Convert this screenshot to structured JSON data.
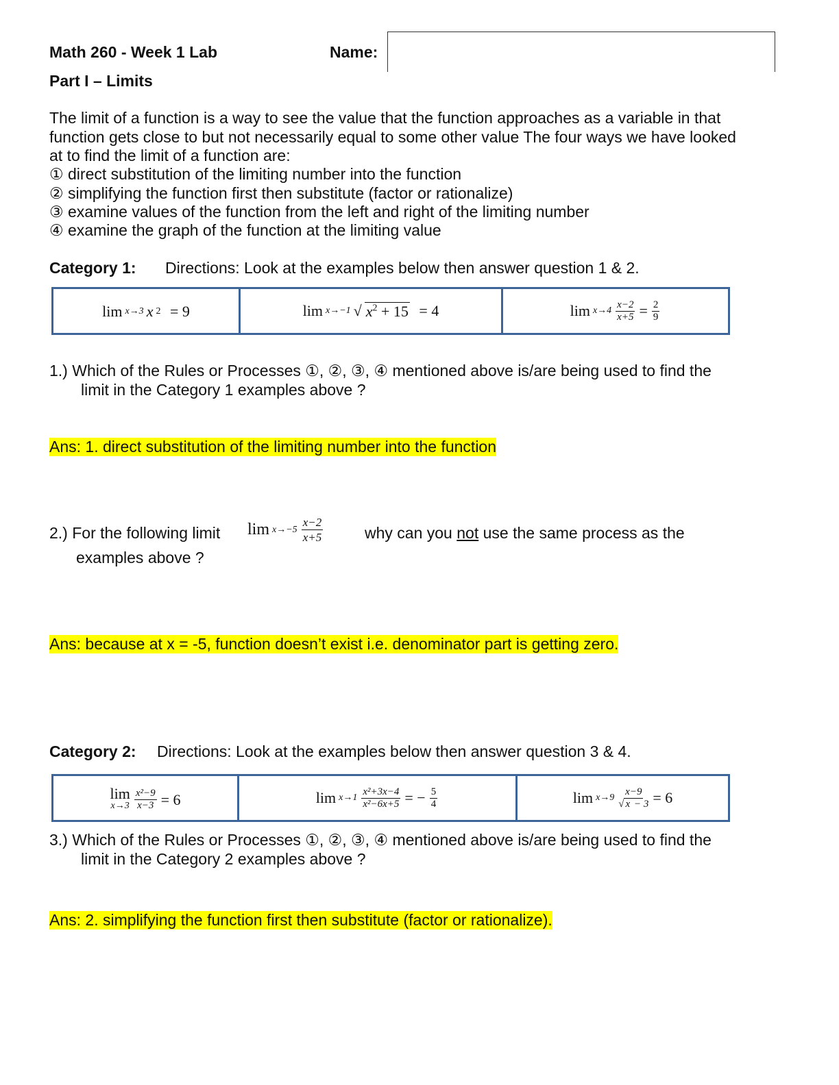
{
  "header": {
    "title": "Math 260 - Week 1 Lab",
    "name_label": "Name:",
    "name_value": "",
    "part": "Part I – Limits"
  },
  "intro": {
    "lines": [
      "The limit of a function is a way to see the value that the function approaches as a variable in that",
      "function gets close to but not necessarily equal to some other value  The four ways we have looked",
      "at to find the limit of a function are:"
    ],
    "methods": [
      "① direct substitution of the limiting number into the function",
      "② simplifying the function first then substitute (factor or rationalize)",
      "③ examine values of the function from the left and right of the limiting number",
      "④ examine the graph of the function at the limiting value"
    ]
  },
  "category1": {
    "label": "Category 1:",
    "directions": "Directions:  Look at the examples below then answer question 1 & 2.",
    "examples": [
      {
        "lim": "lim",
        "sub": "x→3",
        "expr": "x",
        "exp": "2",
        "eq": "= 9"
      },
      {
        "lim": "lim",
        "sub": "x→−1",
        "radicand": "x",
        "exp": "2",
        "rad_rest": " + 15",
        "eq": "= 4"
      },
      {
        "lim": "lim",
        "sub": "x→4",
        "num": "x−2",
        "den": "x+5",
        "eq": "=",
        "rnum": "2",
        "rden": "9"
      }
    ]
  },
  "q1": {
    "line1": "1.)  Which of the Rules or Processes ①, ②, ③, ④ mentioned above is/are being used to find the",
    "line2": "limit in the Category 1 examples above ?",
    "answer": "Ans: 1. direct substitution of the limiting number into the function"
  },
  "q2": {
    "prefix": "2.)  For the following limit",
    "lim": "lim",
    "sub": "x→−5",
    "num": "x−2",
    "den": "x+5",
    "mid1": "why can you ",
    "not": "not",
    "mid2": " use the same process as the",
    "line2": "examples above  ?",
    "answer": "Ans: because at x = -5, function doesn’t exist i.e. denominator part is getting zero."
  },
  "category2": {
    "label": "Category 2:",
    "directions": "Directions:  Look at the examples below then answer question 3 & 4.",
    "examples": [
      {
        "lim": "lim",
        "sub": "x→3",
        "num": "x²−9",
        "den": "x−3",
        "eq": "=  6"
      },
      {
        "lim": "lim",
        "sub": "x→1",
        "num": "x²+3x−4",
        "den": "x²−6x+5",
        "eq": "= −",
        "rnum": "5",
        "rden": "4"
      },
      {
        "lim": "lim",
        "sub": "x→9",
        "num": "x−9",
        "den_sqrt": "x",
        "den_rest": " − 3",
        "eq": "= 6"
      }
    ]
  },
  "q3": {
    "line1": "3.)  Which of the Rules or Processes ①, ②, ③, ④ mentioned above is/are being used to find the",
    "line2": "limit in the Category 2 examples above ?",
    "answer": "Ans: 2. simplifying the function first then substitute (factor or rationalize)."
  }
}
